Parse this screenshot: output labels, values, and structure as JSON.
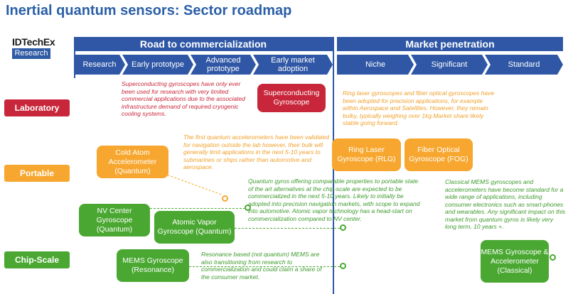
{
  "title": "Inertial quantum sensors: Sector roadmap",
  "logo": {
    "top": "IDTechEx",
    "bottom": "Research"
  },
  "headers": {
    "left": "Road to commercialization",
    "right": "Market penetration"
  },
  "stages": [
    "Research",
    "Early prototype",
    "Advanced prototype",
    "Early market adoption",
    "Niche",
    "Significant",
    "Standard"
  ],
  "rows": [
    "Laboratory",
    "Portable",
    "Chip-Scale"
  ],
  "boxes": {
    "sc_gyro": "Superconducting Gyroscope",
    "cold_atom": "Cold Atom Accelerometer (Quantum)",
    "rlg": "Ring Laser Gyroscope (RLG)",
    "fog": "Fiber Optical Gyroscope (FOG)",
    "nv": "NV Center Gyroscope (Quantum)",
    "atomic_vapor": "Atomic Vapor Gyroscope (Quantum)",
    "mems_res": "MEMS Gyroscope (Resonance)",
    "mems_class": "MEMS Gyroscope & Accelerometer (Classical)"
  },
  "notes": {
    "superconducting": "Superconducting gyroscopes have only ever been used for research with very limited commercial applications due to the associated infrastructure demand of required cryogenic cooling systems.",
    "ring_laser": "Ring laser gyroscopes and fiber optical gyroscopes have been adopted for precision applications, for example within Aerospace and Satellites. However, they remain bulky, typically weighing over 1kg.Market share likely stable going forward.",
    "accelerometers": "The first quantum accelerometers have been validated for navigation outside the lab however, their bulk will generally limit applications in the next 5-10 years to submarines or ships rather than automotive and aerospace.",
    "quantum_gyros": "Quantum gyros offering comparable properties to portable state of the art alternatives at the chip-scale are expected to be commercialized in the next 5-10 years. Likely to initially be adopted into precision navigation markets, with scope to expand into automotive. Atomic vapor technology has a head-start on commercialization compared to NV center.",
    "classical_mems": "Classical MEMS gyroscopes and accelerometers have become standard for a wide range of applications, including consumer electronics such as smart-phones and wearables. Any significant impact on this market from quantum gyros is likely very long term, 10 years +.",
    "resonance": "Resonance based (not quantum) MEMS are also transitioning from research to commercialization and could claim a share of the consumer market."
  },
  "colors": {
    "blue": "#2f57a6",
    "red": "#c8263a",
    "orange": "#f7a72f",
    "green": "#4aa832"
  }
}
